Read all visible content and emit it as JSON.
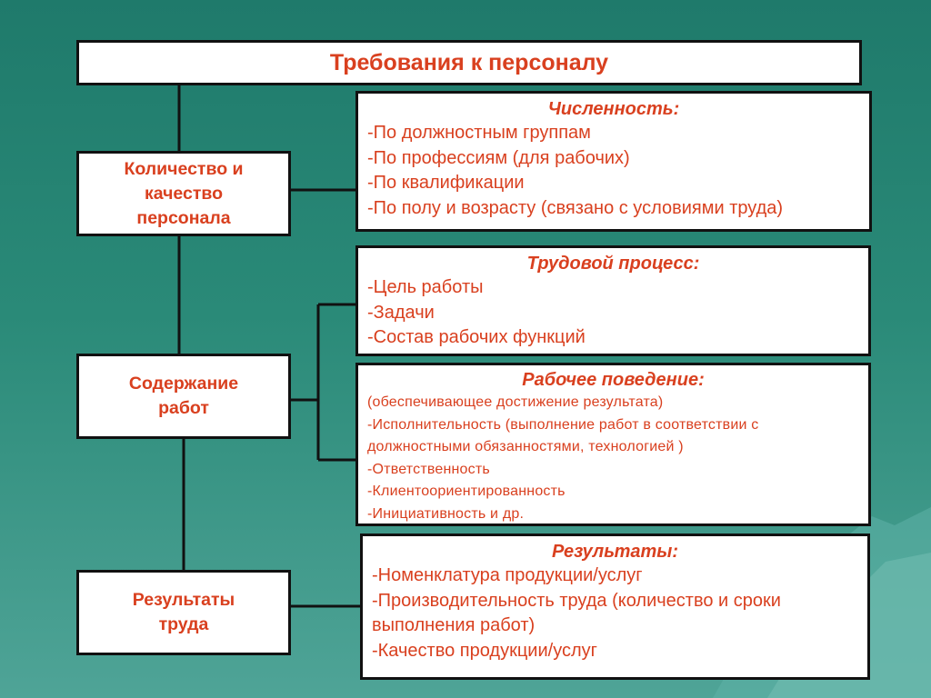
{
  "title": "Требования к персоналу",
  "categories": [
    {
      "text": "Количество и\nкачество\nперсонала"
    },
    {
      "text": "Содержание\nработ"
    },
    {
      "text": "Результаты\nтруда"
    }
  ],
  "details": {
    "headcount": {
      "heading": "Численность:",
      "lines": [
        "-По должностным группам",
        "-По профессиям (для рабочих)",
        "-По квалификации",
        "-По полу и возрасту (связано с условиями труда)"
      ]
    },
    "labor_process": {
      "heading": "Трудовой процесс:",
      "lines": [
        "-Цель работы",
        "-Задачи",
        "-Состав рабочих функций"
      ]
    },
    "work_behavior": {
      "heading": "Рабочее поведение:",
      "lines": [
        "(обеспечивающее достижение результата)",
        "-Исполнительность (выполнение работ в соответствии с",
        "должностными обязанностями, технологией )",
        "-Ответственность",
        "-Клиентоориентированность",
        "-Инициативность и др."
      ]
    },
    "results": {
      "heading": "Результаты:",
      "lines": [
        "-Номенклатура продукции/услуг",
        "-Производительность труда (количество и сроки",
        "выполнения работ)",
        "-Качество продукции/услуг"
      ]
    }
  },
  "colors": {
    "text_accent": "#d9401f",
    "border": "#111111",
    "background": "#2a8a78"
  }
}
